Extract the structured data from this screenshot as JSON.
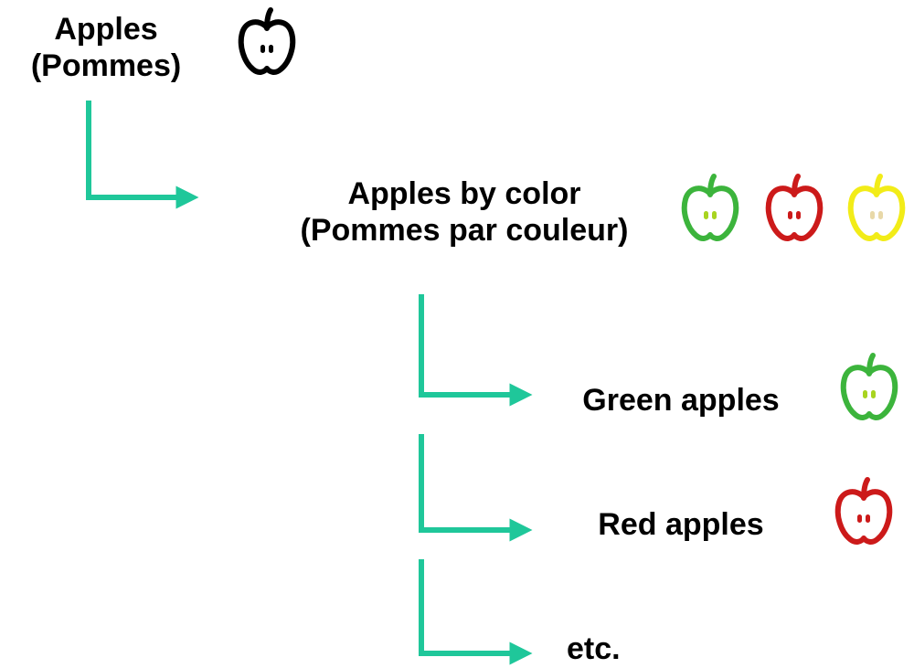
{
  "colors": {
    "connector": "#1fc79a",
    "outline_black": "#000000",
    "apple_green": "#3cb43c",
    "apple_red": "#cc1a1a",
    "apple_yellow": "#f2ec18",
    "seed_green": "#a8d420",
    "seed_yellow": "#e8d8a8"
  },
  "root": {
    "line1": "Apples",
    "line2": "(Pommes)",
    "icon": "apple-outline-icon"
  },
  "level1": {
    "line1": "Apples by color",
    "line2": "(Pommes par couleur)",
    "icons": [
      "green-apple-icon",
      "red-apple-icon",
      "yellow-apple-icon"
    ]
  },
  "children": [
    {
      "label": "Green apples",
      "icon": "green-apple-icon"
    },
    {
      "label": "Red apples",
      "icon": "red-apple-icon"
    },
    {
      "label": "etc."
    }
  ]
}
